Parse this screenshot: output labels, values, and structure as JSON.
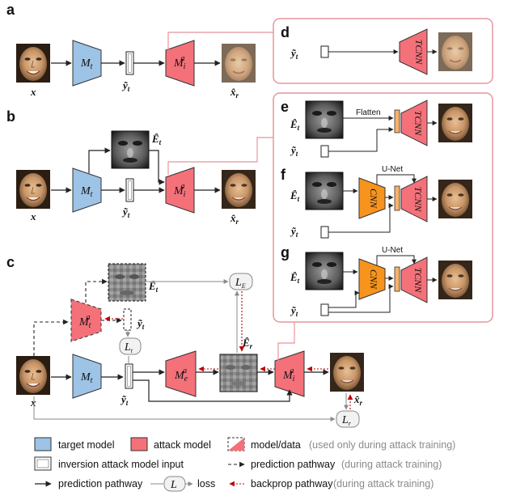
{
  "panels": {
    "a": "a",
    "b": "b",
    "c": "c",
    "d": "d",
    "e": "e",
    "f": "f",
    "g": "g"
  },
  "symbols": {
    "x": "x",
    "y": "ỹ",
    "y_sub": "t",
    "xr": "x̂",
    "xr_sub": "r",
    "E": "Ê",
    "E_sub": "t",
    "Er_sub": "r",
    "M": "M",
    "M_t_sub": "t",
    "M_i_sub": "i",
    "M_e_sub": "e",
    "M_sup": "a",
    "L": "L",
    "L_t_sub": "t",
    "L_E_sub": "E",
    "L_r_sub": "r"
  },
  "labels": {
    "flatten": "Flatten",
    "unet": "U-Net",
    "tcnn": "TCNN",
    "cnn": "CNN"
  },
  "legend": {
    "target_model": "target model",
    "attack_model": "attack model",
    "model_data": "model/data",
    "model_data_note": "(used only during attack training)",
    "inversion_input": "inversion  attack model input",
    "prediction_dashed": "prediction pathway",
    "prediction_dashed_note": "(during attack training)",
    "prediction_solid": "prediction pathway",
    "loss_symbol": "L",
    "loss": "loss",
    "backprop": "backprop pathway",
    "backprop_note": "(during attack training)"
  },
  "colors": {
    "target_blue": "#9dc3e6",
    "attack_red": "#f4717a",
    "cnn_orange": "#f7941d",
    "pink_frame": "#e8959b",
    "backprop_red": "#c00000"
  }
}
